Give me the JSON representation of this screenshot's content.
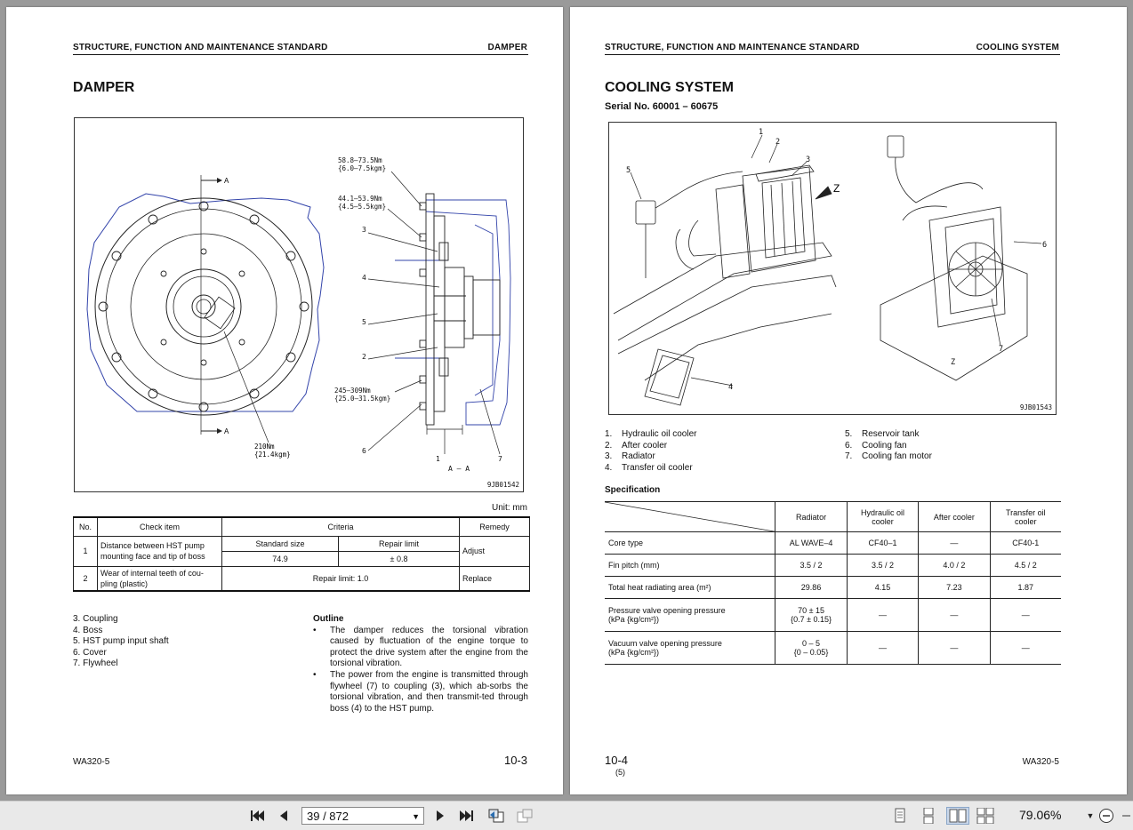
{
  "left_page": {
    "header_left": "STRUCTURE, FUNCTION AND MAINTENANCE STANDARD",
    "header_right": "DAMPER",
    "title": "DAMPER",
    "figure": {
      "id": "9JB01542",
      "section_label": "A",
      "section_view": "A – A",
      "torque_1": "58.8–73.5Nm",
      "torque_1b": "{6.0–7.5kgm}",
      "torque_2": "44.1–53.9Nm",
      "torque_2b": "{4.5–5.5kgm}",
      "torque_3": "245–309Nm",
      "torque_3b": "{25.0–31.5kgm}",
      "torque_4": "210Nm",
      "torque_4b": "{21.4kgm}",
      "callouts": [
        "3",
        "4",
        "5",
        "2",
        "6",
        "1",
        "7"
      ]
    },
    "unit": "Unit: mm",
    "check_table": {
      "headers": [
        "No.",
        "Check item",
        "Criteria",
        "Remedy"
      ],
      "sub_headers": [
        "Standard size",
        "Repair limit"
      ],
      "rows": [
        {
          "no": "1",
          "item": "Distance between HST pump mounting face and tip of boss",
          "standard": "74.9",
          "limit": "± 0.8",
          "remedy": "Adjust"
        },
        {
          "no": "2",
          "item": "Wear of internal teeth of cou-pling (plastic)",
          "criteria": "Repair limit: 1.0",
          "remedy": "Replace"
        }
      ]
    },
    "parts": [
      "3. Coupling",
      "4. Boss",
      "5. HST pump input shaft",
      "6. Cover",
      "7. Flywheel"
    ],
    "outline_title": "Outline",
    "outline_bullets": [
      "The damper reduces the torsional vibration caused by fluctuation of the engine torque to protect the drive system after the engine from the torsional vibration.",
      "The power from the engine is transmitted through flywheel (7) to coupling (3), which ab-sorbs the torsional vibration, and then transmit-ted through boss (4) to the HST pump."
    ],
    "footer_model": "WA320-5",
    "page_number": "10-3"
  },
  "right_page": {
    "header_left": "STRUCTURE, FUNCTION AND MAINTENANCE STANDARD",
    "header_right": "COOLING SYSTEM",
    "title": "COOLING SYSTEM",
    "serial": "Serial No. 60001 – 60675",
    "figure": {
      "id": "9JB01543",
      "view_label": "Z",
      "callouts": [
        "1",
        "2",
        "3",
        "4",
        "5",
        "6",
        "7"
      ]
    },
    "legend_left": [
      {
        "n": "1.",
        "t": "Hydraulic oil cooler"
      },
      {
        "n": "2.",
        "t": "After cooler"
      },
      {
        "n": "3.",
        "t": "Radiator"
      },
      {
        "n": "4.",
        "t": "Transfer oil cooler"
      }
    ],
    "legend_right": [
      {
        "n": "5.",
        "t": "Reservoir tank"
      },
      {
        "n": "6.",
        "t": "Cooling fan"
      },
      {
        "n": "7.",
        "t": "Cooling fan motor"
      }
    ],
    "spec_title": "Specification",
    "spec_table": {
      "columns": [
        "Radiator",
        "Hydraulic oil cooler",
        "After cooler",
        "Transfer oil cooler"
      ],
      "rows": [
        {
          "label": "Core type",
          "values": [
            "AL WAVE–4",
            "CF40–1",
            "—",
            "CF40-1"
          ]
        },
        {
          "label": "Fin pitch (mm)",
          "values": [
            "3.5 / 2",
            "3.5 / 2",
            "4.0 / 2",
            "4.5 / 2"
          ]
        },
        {
          "label": "Total heat radiating area (m²)",
          "values": [
            "29.86",
            "4.15",
            "7.23",
            "1.87"
          ]
        },
        {
          "label": "Pressure valve opening pressure",
          "label2": "(kPa {kg/cm²})",
          "values": [
            "70 ± 15",
            "—",
            "—",
            "—"
          ],
          "values2": "{0.7 ± 0.15}"
        },
        {
          "label": "Vacuum  valve opening pressure",
          "label2": "(kPa {kg/cm²})",
          "values": [
            "0 – 5",
            "—",
            "—",
            "—"
          ],
          "values2": "{0 – 0.05}"
        }
      ]
    },
    "page_number": "10-4",
    "page_rev": "(5)",
    "footer_model": "WA320-5"
  },
  "toolbar": {
    "page_field": "39 / 872",
    "zoom": "79.06%",
    "icons": [
      "first-page-icon",
      "prev-page-icon",
      "next-page-icon",
      "last-page-icon",
      "go-back-icon",
      "go-forward-icon",
      "single-page-icon",
      "continuous-icon",
      "two-page-icon",
      "two-page-continuous-icon",
      "zoom-menu-icon",
      "zoom-out-icon"
    ]
  }
}
